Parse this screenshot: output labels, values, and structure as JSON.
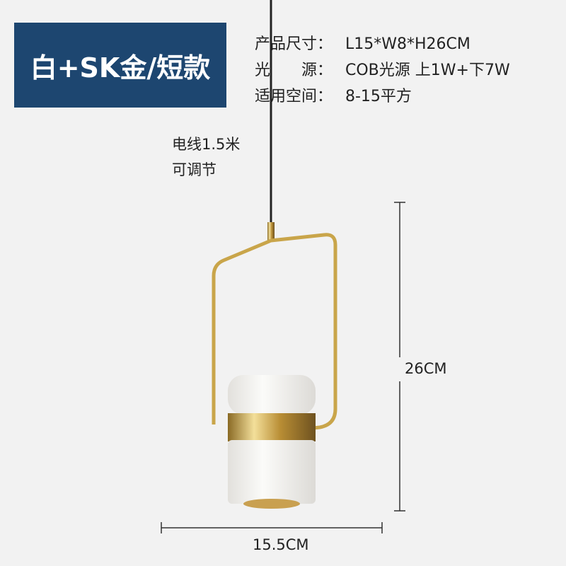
{
  "banner": {
    "title": "白+SK金/短款",
    "background": "#1d4670"
  },
  "specs": [
    {
      "label": "产品尺寸：",
      "value": "L15*W8*H26CM"
    },
    {
      "label": "光　　源：",
      "value": "COB光源 上1W+下7W"
    },
    {
      "label": "适用空间：",
      "value": "8-15平方"
    }
  ],
  "cable_note": {
    "line1": "电线1.5米",
    "line2": "可调节"
  },
  "dimensions": {
    "height": "26CM",
    "width": "15.5CM"
  },
  "colors": {
    "gold": "#c9a54a",
    "shade": "#f7f7f5"
  }
}
